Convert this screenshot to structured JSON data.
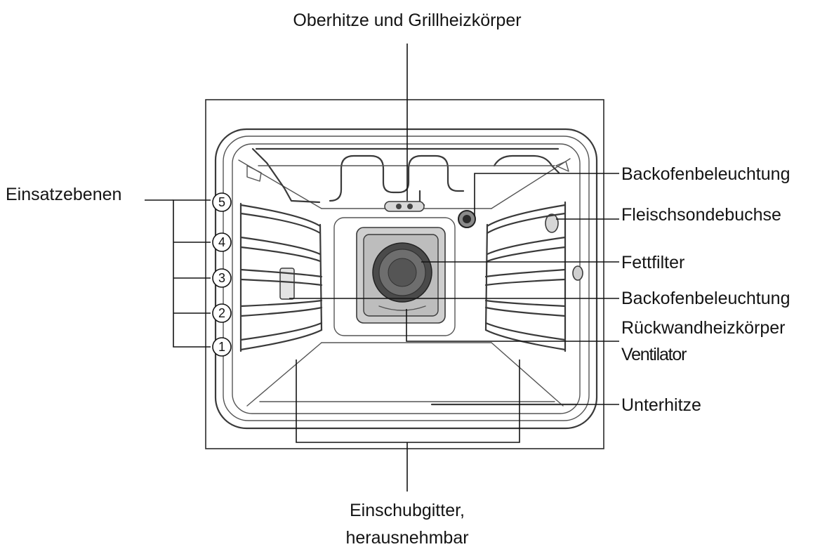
{
  "labels": {
    "top_heater": "Oberhitze und Grillheizkörper",
    "shelf_levels": "Einsatzebenen",
    "oven_light_top": "Backofenbeleuchtung",
    "meat_probe_socket": "Fleischsondebuchse",
    "grease_filter": "Fettfilter",
    "oven_light_side": "Backofenbeleuchtung",
    "rear_heater": "Rückwandheizkörper",
    "fan": "Ventilator",
    "bottom_heater": "Unterhitze",
    "shelf_runners_line1": "Einschubgitter,",
    "shelf_runners_line2": "herausnehmbar"
  },
  "levels": [
    "5",
    "4",
    "3",
    "2",
    "1"
  ]
}
